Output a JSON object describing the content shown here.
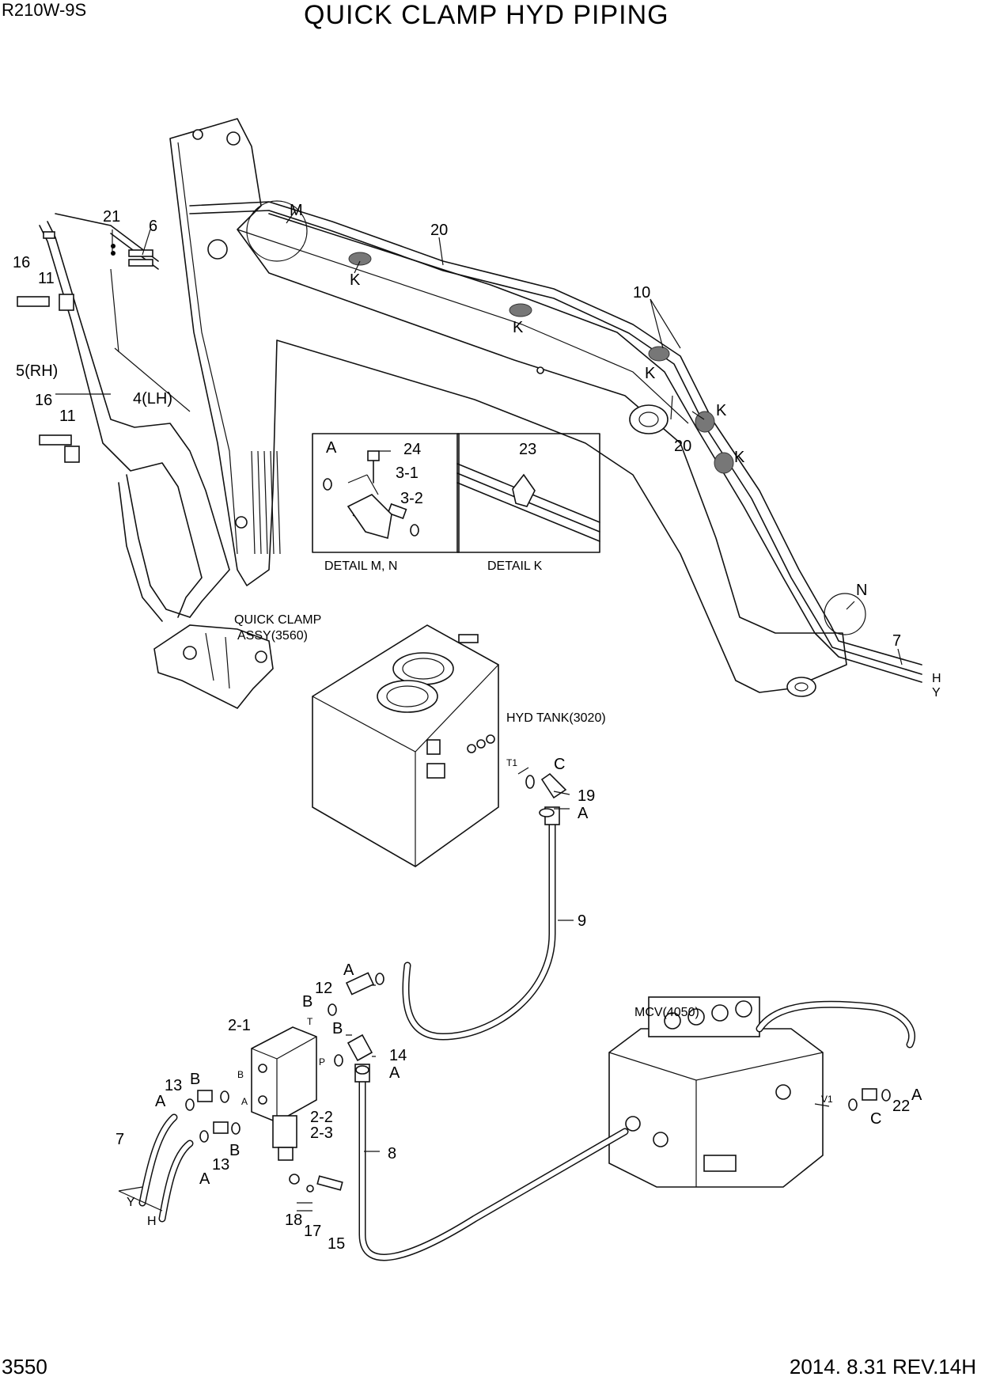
{
  "header": {
    "model": "R210W-9S",
    "title": "QUICK CLAMP HYD PIPING"
  },
  "footer": {
    "page": "3550",
    "revision": "2014. 8.31  REV.14H"
  },
  "components": {
    "quick_clamp": "QUICK CLAMP",
    "quick_clamp_assy": "ASSY(3560)",
    "hyd_tank": "HYD TANK(3020)",
    "mcv": "MCV(4050)"
  },
  "details": {
    "mn": "DETAIL M, N",
    "k": "DETAIL K"
  },
  "callouts": {
    "p21": "21",
    "p6": "6",
    "m": "M",
    "p20a": "20",
    "ka": "K",
    "p16a": "16",
    "p11a": "11",
    "p5rh": "5(RH)",
    "p4lh": "4(LH)",
    "p16b": "16",
    "p11b": "11",
    "kb": "K",
    "p10": "10",
    "kc": "K",
    "kd": "K",
    "p20b": "20",
    "ke": "K",
    "d_a": "A",
    "d_24": "24",
    "d_31": "3-1",
    "d_32": "3-2",
    "d_23": "23",
    "n": "N",
    "p7a": "7",
    "ha": "H",
    "ya": "Y",
    "t1": "T1",
    "c1": "C",
    "p19": "19",
    "a1": "A",
    "p9": "9",
    "a2": "A",
    "p12": "12",
    "b1": "B",
    "t_port": "T",
    "p21b": "2-1",
    "b2": "B",
    "p14": "14",
    "a3": "A",
    "p_port": "P",
    "p13a": "13",
    "b3": "B",
    "b_port": "B",
    "a4": "A",
    "a_port": "A",
    "p22": "2-2",
    "p23": "2-3",
    "p7b": "7",
    "a5": "A",
    "p13b": "13",
    "b4": "B",
    "p8": "8",
    "yb": "Y",
    "hb": "H",
    "p18": "18",
    "p17": "17",
    "p15": "15",
    "v1": "V1",
    "c2": "C",
    "p22b": "22",
    "a6": "A"
  }
}
